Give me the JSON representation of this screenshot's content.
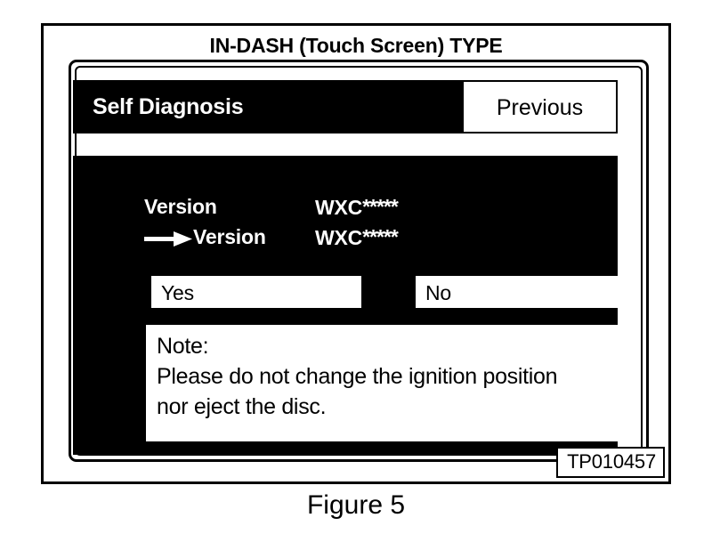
{
  "figure": {
    "heading": "IN-DASH (Touch Screen) TYPE",
    "caption": "Figure 5",
    "reference_code": "TP010457"
  },
  "screen": {
    "title": "Self Diagnosis",
    "previous_label": "Previous",
    "versions": [
      {
        "arrow": false,
        "label": "Version",
        "prefix": "WXC",
        "stars": "*****"
      },
      {
        "arrow": true,
        "label": "Version",
        "prefix": "WXC",
        "stars": "*****"
      }
    ],
    "answers": [
      {
        "label": "Yes"
      },
      {
        "label": "No"
      }
    ],
    "note": {
      "lines": [
        "Note:",
        "Please do not change the ignition position",
        "nor eject the disc."
      ]
    }
  },
  "colors": {
    "screen_background": "#000000",
    "screen_foreground": "#ffffff",
    "page_background": "#ffffff",
    "ink": "#000000"
  },
  "icons": {
    "arrow_right": "arrow-right-icon"
  }
}
